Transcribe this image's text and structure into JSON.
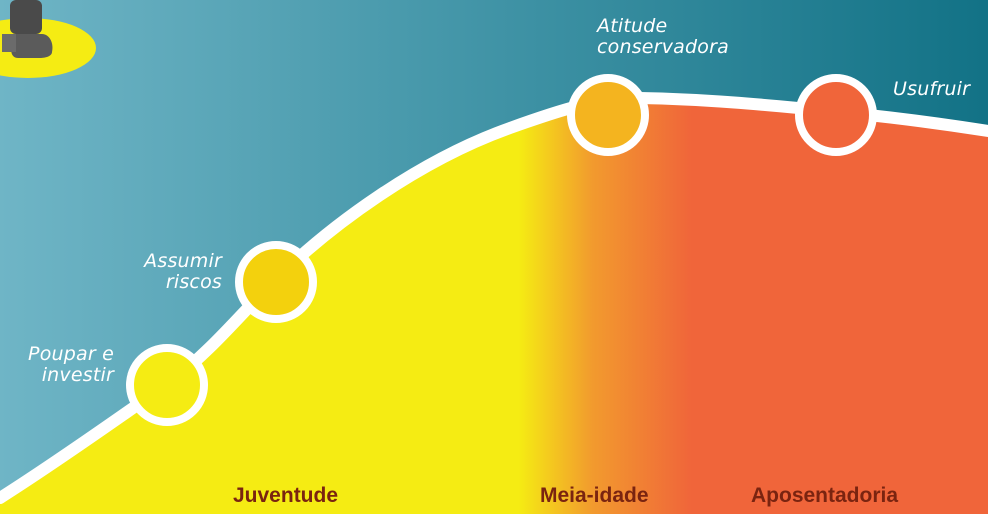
{
  "milestones": [
    {
      "lines": [
        "Poupar e",
        "investir"
      ]
    },
    {
      "lines": [
        "Assumir",
        "riscos"
      ]
    },
    {
      "lines": [
        "Atitude",
        "conservadora"
      ]
    },
    {
      "lines": [
        "Usufruir"
      ]
    }
  ],
  "phases": [
    "Juventude",
    "Meia-idade",
    "Aposentadoria"
  ],
  "colors": {
    "background_left": "#6fb5c6",
    "background_right": "#127286",
    "youth_yellow": "#f5ec13",
    "midlife_orange": "#f29a2e",
    "retirement_orange": "#f0653a",
    "curve_white": "#ffffff",
    "phase_label": "#7a2410",
    "milestone_fills": [
      "#f5ec13",
      "#f3d10d",
      "#f4b41f",
      "#f0653a"
    ]
  },
  "icons": {
    "figure": "person-standing-on-spot-icon"
  }
}
